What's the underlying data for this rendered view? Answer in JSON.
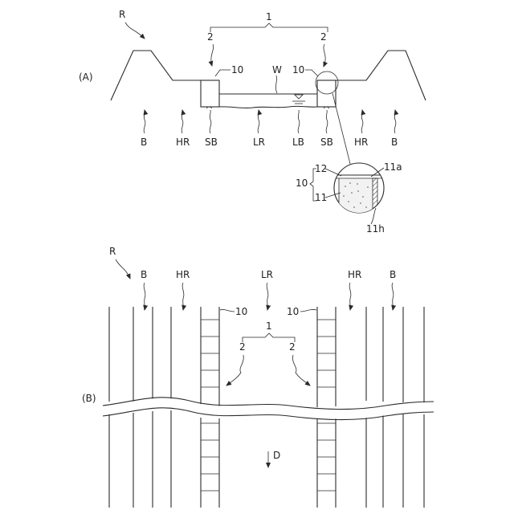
{
  "figure_a": {
    "panel_label": "(A)",
    "ref_r": "R",
    "ref_1": "1",
    "ref_2_left": "2",
    "ref_2_right": "2",
    "ref_10_left": "10",
    "ref_10_right": "10",
    "ref_w": "W",
    "bottom_labels": [
      "B",
      "HR",
      "SB",
      "LR",
      "LB",
      "SB",
      "HR",
      "B"
    ],
    "detail": {
      "ref_10": "10",
      "ref_12": "12",
      "ref_11": "11",
      "ref_11a": "11a",
      "ref_11h": "11h"
    }
  },
  "figure_b": {
    "panel_label": "(B)",
    "ref_r": "R",
    "top_labels": [
      "B",
      "HR",
      "LR",
      "HR",
      "B"
    ],
    "ref_10_left": "10",
    "ref_10_right": "10",
    "ref_1": "1",
    "ref_2_left": "2",
    "ref_2_right": "2",
    "ref_d": "D"
  }
}
